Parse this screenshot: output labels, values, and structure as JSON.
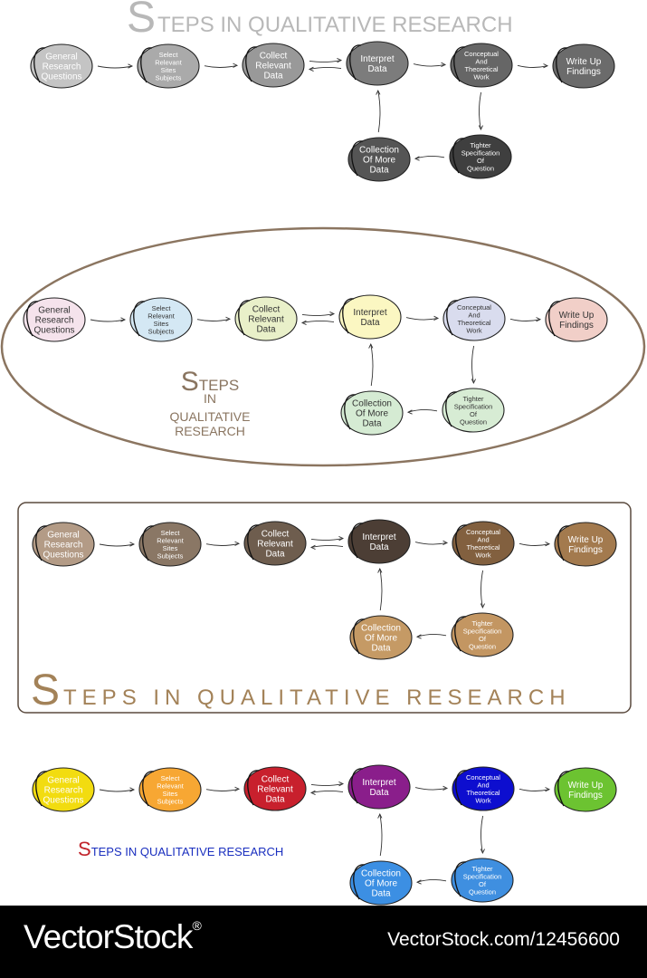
{
  "nodes": [
    {
      "id": "general",
      "label": [
        "General",
        "Research",
        "Questions"
      ]
    },
    {
      "id": "select",
      "label": [
        "Select",
        "Relevant",
        "Sites",
        "Subjects"
      ]
    },
    {
      "id": "collect",
      "label": [
        "Collect",
        "Relevant",
        "Data"
      ]
    },
    {
      "id": "interpret",
      "label": [
        "Interpret",
        "Data"
      ]
    },
    {
      "id": "conceptual",
      "label": [
        "Conceptual",
        "And",
        "Theoretical",
        "Work"
      ]
    },
    {
      "id": "writeup",
      "label": [
        "Write Up",
        "Findings"
      ]
    },
    {
      "id": "tighter",
      "label": [
        "Tighter",
        "Specification",
        "Of",
        "Question"
      ]
    },
    {
      "id": "more",
      "label": [
        "Collection",
        "Of More",
        "Data"
      ]
    }
  ],
  "edges": [
    {
      "from": "general",
      "to": "select"
    },
    {
      "from": "select",
      "to": "collect"
    },
    {
      "from": "collect",
      "to": "interpret",
      "bidirectional": true
    },
    {
      "from": "interpret",
      "to": "conceptual"
    },
    {
      "from": "conceptual",
      "to": "writeup"
    },
    {
      "from": "conceptual",
      "to": "tighter"
    },
    {
      "from": "tighter",
      "to": "more"
    },
    {
      "from": "more",
      "to": "interpret"
    }
  ],
  "variants": [
    {
      "id": "gray",
      "title_letter": "S",
      "title_rest": "TEPS IN QUALITATIVE RESEARCH",
      "title_color": "#b8b8b8",
      "text_color": "#ffffff",
      "fills": {
        "general": "#c4c4c4",
        "select": "#aaaaaa",
        "collect": "#999999",
        "interpret": "#7c7c7c",
        "conceptual": "#666666",
        "writeup": "#6b6b6b",
        "tighter": "#3f3f3f",
        "more": "#555555"
      }
    },
    {
      "id": "pastel",
      "title_letter": "S",
      "title_rest": [
        "TEPS",
        "IN",
        "QUALITATIVE",
        "RESEARCH"
      ],
      "title_color": "#8a7560",
      "text_color": "#333333",
      "fills": {
        "general": "#f5e3ec",
        "select": "#d4e8f4",
        "collect": "#e9f0c9",
        "interpret": "#fbf7c2",
        "conceptual": "#d9dcee",
        "writeup": "#f1cfc8",
        "tighter": "#d7ecd4",
        "more": "#d5ebd3"
      }
    },
    {
      "id": "brown",
      "title_letter": "S",
      "title_rest": "TEPS IN QUALITATIVE RESEARCH",
      "title_color": "#a38258",
      "text_color": "#ffffff",
      "fills": {
        "general": "#b39b86",
        "select": "#8a7765",
        "collect": "#6e5d4e",
        "interpret": "#4c3e35",
        "conceptual": "#82603f",
        "writeup": "#a37a4e",
        "tighter": "#c39662",
        "more": "#c59a65"
      }
    },
    {
      "id": "color",
      "title_letter": "S",
      "title_rest": "TEPS IN QUALITATIVE RESEARCH",
      "title_letter_color": "#c1242b",
      "title_color": "#1a2fbf",
      "text_color": "#ffffff",
      "fills": {
        "general": "#f2dc10",
        "select": "#f7a733",
        "collect": "#c8202d",
        "interpret": "#8a1e8b",
        "conceptual": "#0d0ecf",
        "writeup": "#6cc331",
        "tighter": "#3f8fe0",
        "more": "#3c8fe3"
      }
    }
  ],
  "watermark": {
    "brand": "VectorStock",
    "registered": "®",
    "url": "VectorStock.com/12456600"
  }
}
